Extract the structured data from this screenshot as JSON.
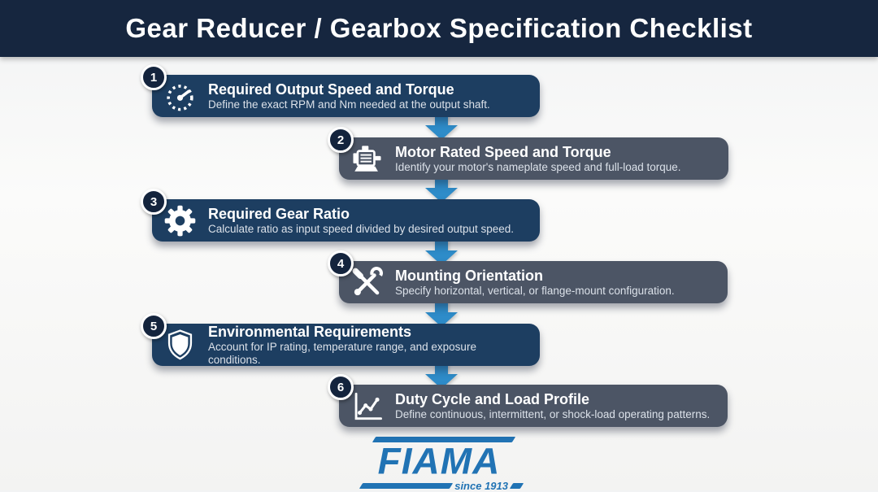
{
  "header": {
    "title": "Gear Reducer / Gearbox Specification Checklist"
  },
  "steps": [
    {
      "number": "1",
      "title": "Required Output Speed and Torque",
      "subtitle": "Define the exact RPM and Nm needed at the output shaft.",
      "icon": "gauge-icon",
      "variant": "navy"
    },
    {
      "number": "2",
      "title": "Motor Rated Speed and Torque",
      "subtitle": "Identify your motor's nameplate speed and full-load torque.",
      "icon": "motor-icon",
      "variant": "gray"
    },
    {
      "number": "3",
      "title": "Required Gear Ratio",
      "subtitle": "Calculate ratio as input speed divided by desired output speed.",
      "icon": "gear-icon",
      "variant": "navy"
    },
    {
      "number": "4",
      "title": "Mounting Orientation",
      "subtitle": "Specify horizontal, vertical, or flange-mount configuration.",
      "icon": "tools-icon",
      "variant": "gray"
    },
    {
      "number": "5",
      "title": "Environmental Requirements",
      "subtitle": "Account for IP rating, temperature range, and exposure conditions.",
      "icon": "shield-icon",
      "variant": "navy"
    },
    {
      "number": "6",
      "title": "Duty Cycle and Load Profile",
      "subtitle": "Define continuous, intermittent, or shock-load operating patterns.",
      "icon": "chart-line-icon",
      "variant": "gray"
    }
  ],
  "logo": {
    "brand": "FIAMA",
    "tagline": "since 1913"
  },
  "colors": {
    "header_bg": "#16263f",
    "navy_box": "#1d3e61",
    "gray_box": "#4c5565",
    "badge_bg": "#14243d",
    "arrow_blue": "#2e8cc9",
    "logo_blue": "#2173b4",
    "background": "#f4f4f3"
  }
}
